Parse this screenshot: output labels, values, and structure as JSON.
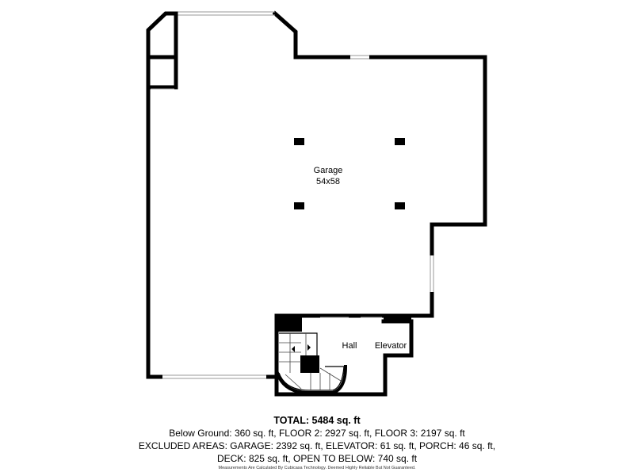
{
  "plan": {
    "rooms": [
      {
        "id": "garage",
        "name": "Garage",
        "dims": "54x58"
      },
      {
        "id": "hall",
        "name": "Hall",
        "dims": ""
      },
      {
        "id": "elevator",
        "name": "Elevator",
        "dims": ""
      }
    ]
  },
  "footer": {
    "total": "TOTAL: 5484 sq. ft",
    "line1": "Below Ground: 360 sq. ft, FLOOR 2: 2927 sq. ft, FLOOR 3: 2197 sq. ft",
    "line2": "EXCLUDED AREAS: GARAGE: 2392 sq. ft, ELEVATOR: 61 sq. ft, PORCH: 46 sq. ft,",
    "line3": "DECK: 825 sq. ft, OPEN TO BELOW: 740 sq. ft",
    "disclaimer": "Measurements Are Calculated By Cubicasa Technology. Deemed Highly Reliable But Not Guaranteed."
  },
  "colors": {
    "wall": "#000000",
    "background": "#ffffff"
  }
}
